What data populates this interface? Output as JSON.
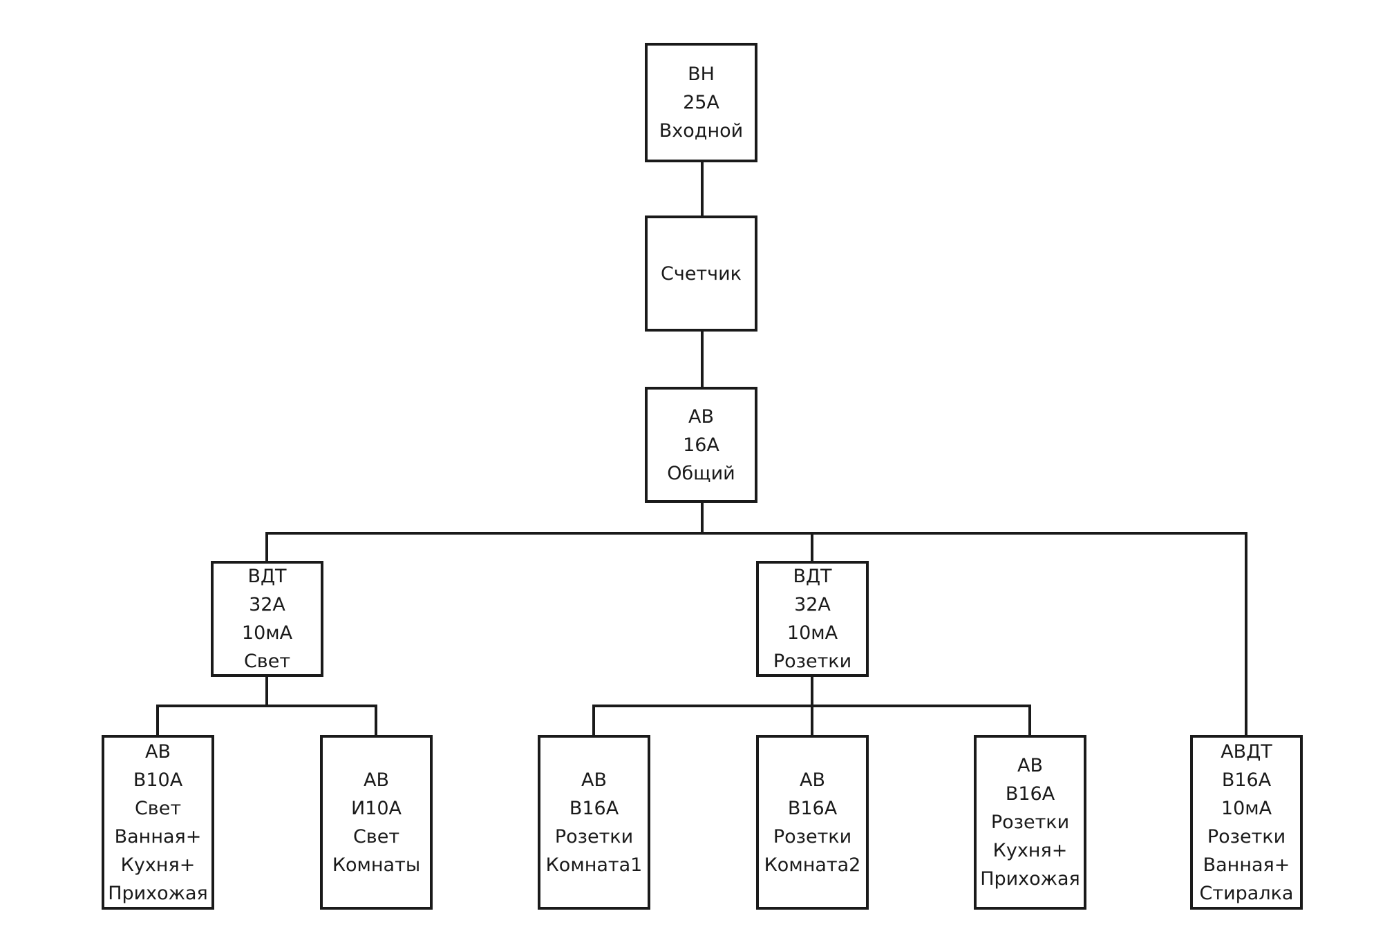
{
  "nodes": [
    {
      "id": "vn-25a",
      "lines": [
        "ВН",
        "25А",
        "Входной"
      ]
    },
    {
      "id": "meter",
      "lines": [
        "Счетчик"
      ]
    },
    {
      "id": "av-16a-general",
      "lines": [
        "АВ",
        "16А",
        "Общий"
      ]
    },
    {
      "id": "vdt-light",
      "lines": [
        "ВДТ",
        "32А",
        "10мА",
        "Свет"
      ]
    },
    {
      "id": "vdt-sockets",
      "lines": [
        "ВДТ",
        "32А",
        "10мА",
        "Розетки"
      ]
    },
    {
      "id": "av-b10a-light",
      "lines": [
        "АВ",
        "В10А",
        "Свет",
        "Ванная+",
        "Кухня+",
        "Прихожая"
      ]
    },
    {
      "id": "av-i10a-light",
      "lines": [
        "АВ",
        "И10А",
        "Свет",
        "Комнаты"
      ]
    },
    {
      "id": "av-b16a-room1",
      "lines": [
        "АВ",
        "В16А",
        "Розетки",
        "Комната1"
      ]
    },
    {
      "id": "av-b16a-room2",
      "lines": [
        "АВ",
        "В16А",
        "Розетки",
        "Комната2"
      ]
    },
    {
      "id": "av-b16a-kitchen",
      "lines": [
        "АВ",
        "В16А",
        "Розетки",
        "Кухня+",
        "Прихожая"
      ]
    },
    {
      "id": "avdt-b16a-bath",
      "lines": [
        "АВДТ",
        "В16А",
        "10мА",
        "Розетки",
        "Ванная+",
        "Стиралка"
      ]
    }
  ],
  "colors": {
    "line": "#1a1a1a",
    "background": "#ffffff"
  }
}
